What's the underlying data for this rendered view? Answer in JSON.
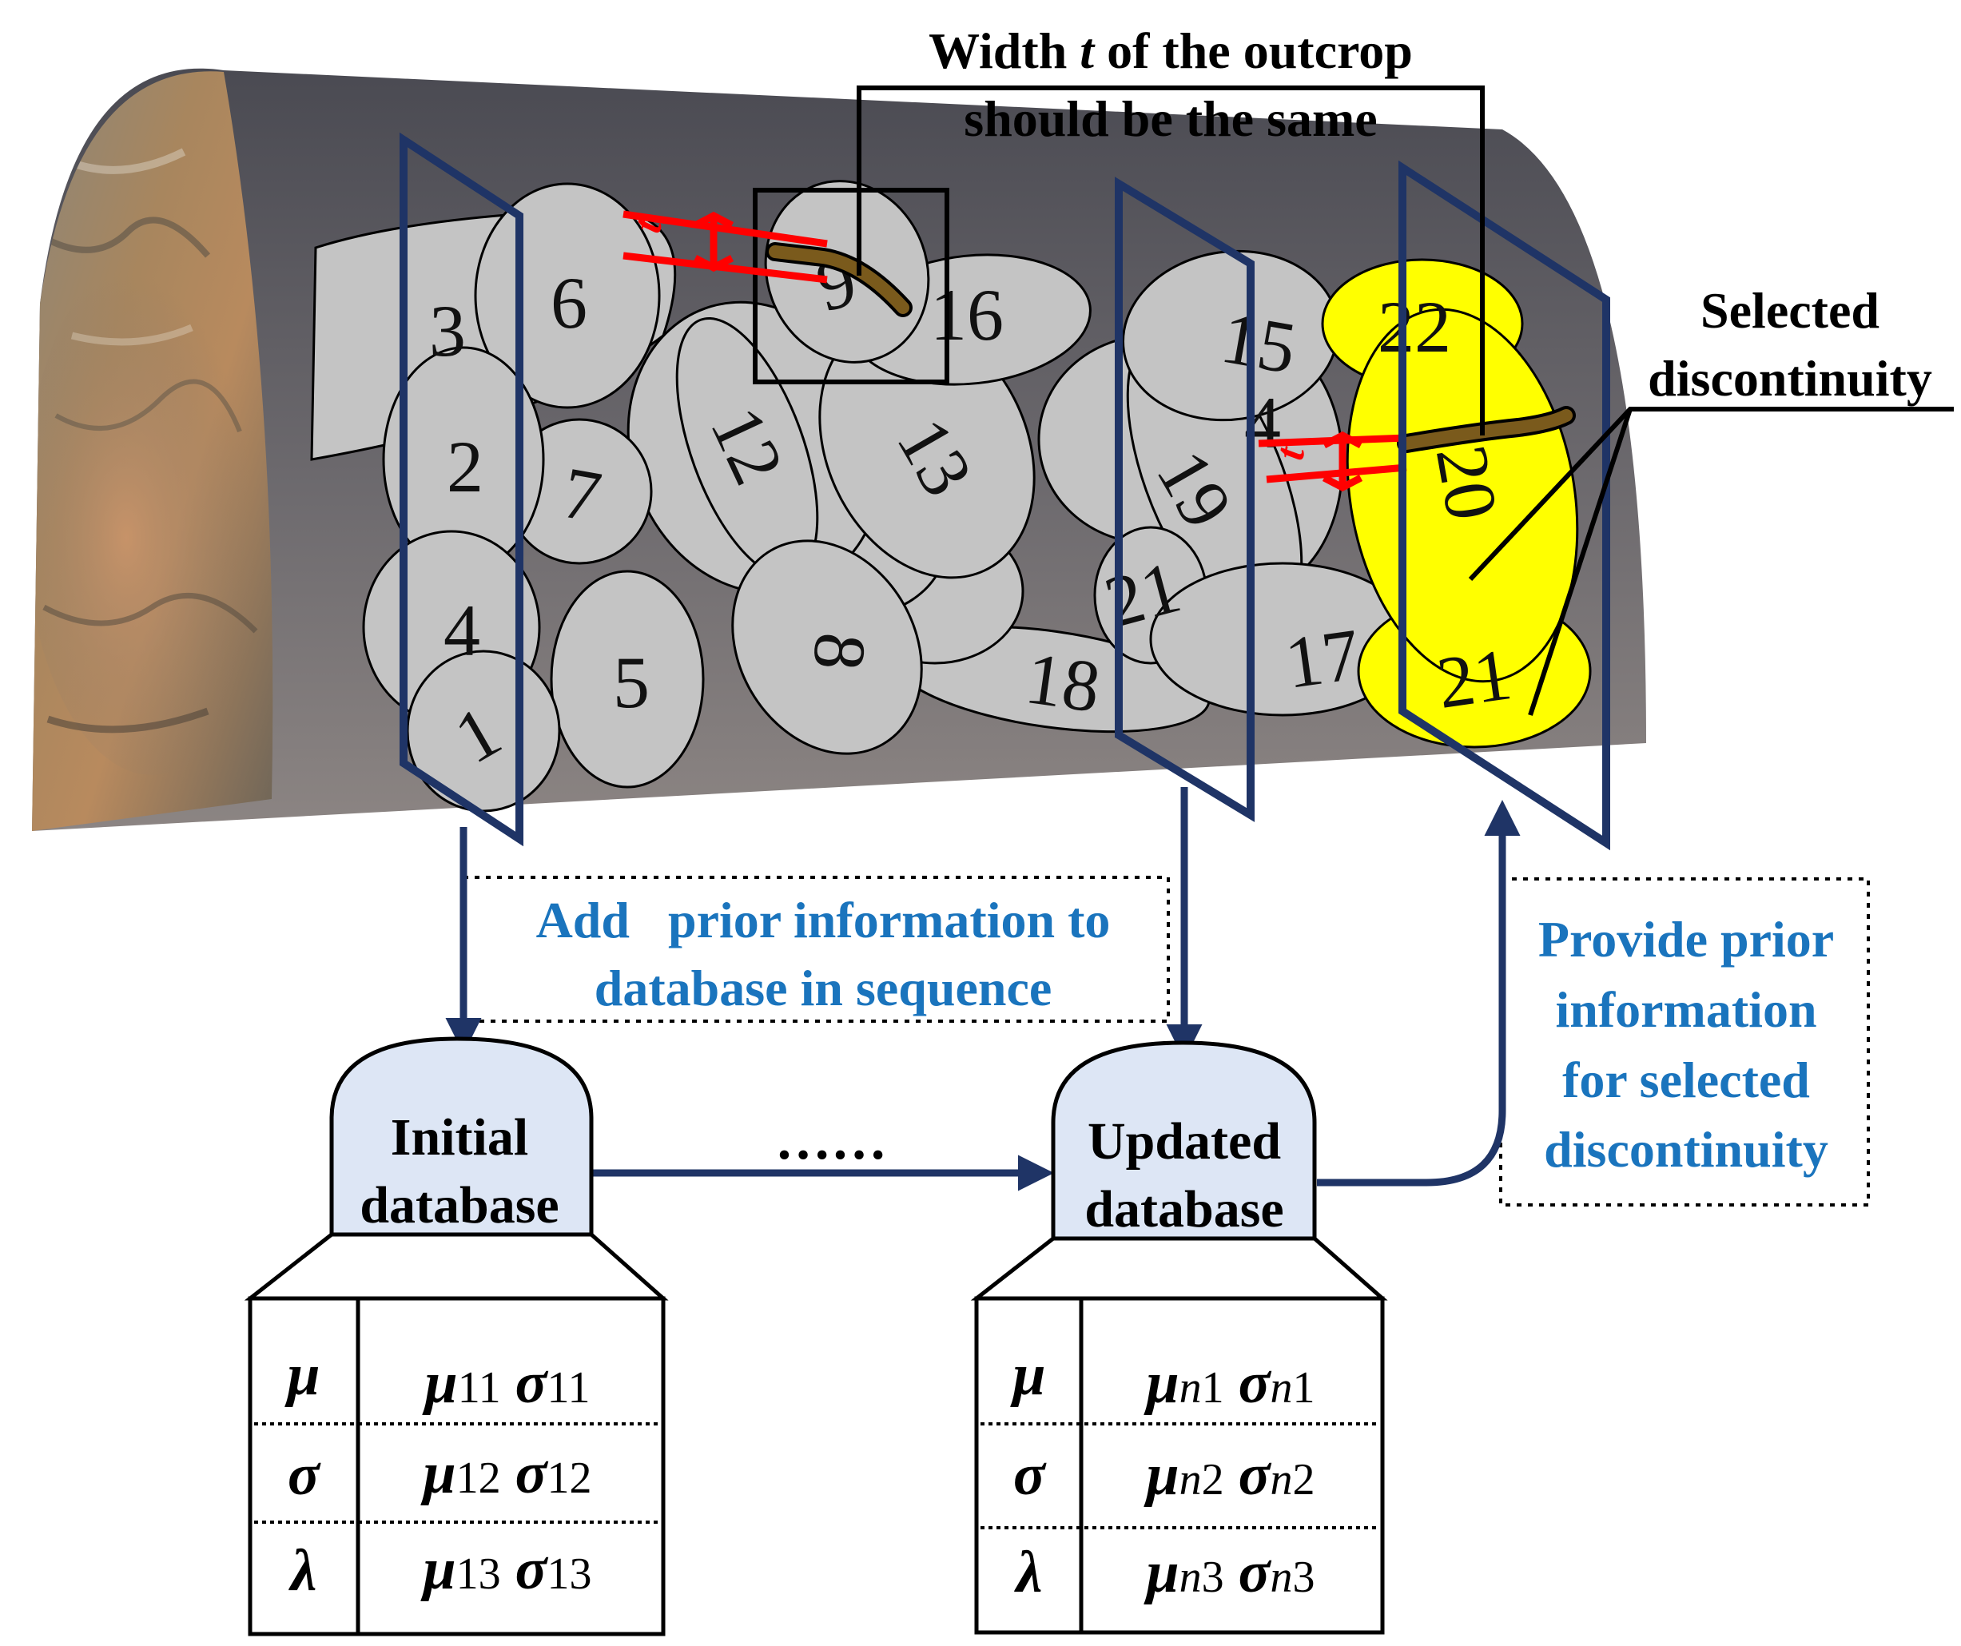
{
  "annotations": {
    "width_title_line1_a": "Width ",
    "width_title_t": "t",
    "width_title_line1_b": " of the outcrop",
    "width_title_line2": "should be the same",
    "selected_line1": "Selected",
    "selected_line2": "discontinuity",
    "add_line1": "Add   prior information to",
    "add_line2": "database in sequence",
    "provide_line1": "Provide prior",
    "provide_line2": "information",
    "provide_line3": "for selected",
    "provide_line4": "discontinuity",
    "dots": "……",
    "t_mark": "t"
  },
  "blocks": [
    {
      "id": "1",
      "label": "1"
    },
    {
      "id": "2",
      "label": "2"
    },
    {
      "id": "3",
      "label": "3"
    },
    {
      "id": "4",
      "label": "4"
    },
    {
      "id": "5",
      "label": "5"
    },
    {
      "id": "6",
      "label": "6"
    },
    {
      "id": "7",
      "label": "7"
    },
    {
      "id": "8",
      "label": "8"
    },
    {
      "id": "9",
      "label": "9"
    },
    {
      "id": "12",
      "label": "12"
    },
    {
      "id": "13",
      "label": "13"
    },
    {
      "id": "15",
      "label": "15"
    },
    {
      "id": "16",
      "label": "16"
    },
    {
      "id": "17",
      "label": "17"
    },
    {
      "id": "18",
      "label": "18"
    },
    {
      "id": "19",
      "label": "19"
    },
    {
      "id": "20",
      "label": "20"
    },
    {
      "id": "21a",
      "label": "21"
    },
    {
      "id": "21b",
      "label": "21"
    },
    {
      "id": "22",
      "label": "22"
    },
    {
      "id": "4b",
      "label": "4"
    }
  ],
  "databases": [
    {
      "title_line1": "Initial",
      "title_line2": "database",
      "rows": [
        {
          "param": "μ",
          "mu": "μ",
          "mu_sub": "11",
          "sigma": "σ",
          "sigma_sub": "11"
        },
        {
          "param": "σ",
          "mu": "μ",
          "mu_sub": "12",
          "sigma": "σ",
          "sigma_sub": "12"
        },
        {
          "param": "λ",
          "mu": "μ",
          "mu_sub": "13",
          "sigma": "σ",
          "sigma_sub": "13"
        }
      ]
    },
    {
      "title_line1": "Updated",
      "title_line2": "database",
      "rows": [
        {
          "param": "μ",
          "mu": "μ",
          "mu_sub_n": "n",
          "mu_sub": "1",
          "sigma": "σ",
          "sigma_sub_n": "n",
          "sigma_sub": "1"
        },
        {
          "param": "σ",
          "mu": "μ",
          "mu_sub_n": "n",
          "mu_sub": "2",
          "sigma": "σ",
          "sigma_sub_n": "n",
          "sigma_sub": "2"
        },
        {
          "param": "λ",
          "mu": "μ",
          "mu_sub_n": "n",
          "mu_sub": "3",
          "sigma": "σ",
          "sigma_sub_n": "n",
          "sigma_sub": "3"
        }
      ]
    }
  ],
  "colors": {
    "block_fill": "#c4c4c4",
    "selected_fill": "#ffff00",
    "plane_stroke": "#1f3466",
    "arrow": "#1f3466",
    "callout_text": "#1a74bd",
    "database_fill": "#dde6f5",
    "discontinuity": "#7a5a1c",
    "width_marker": "#ff0000"
  }
}
